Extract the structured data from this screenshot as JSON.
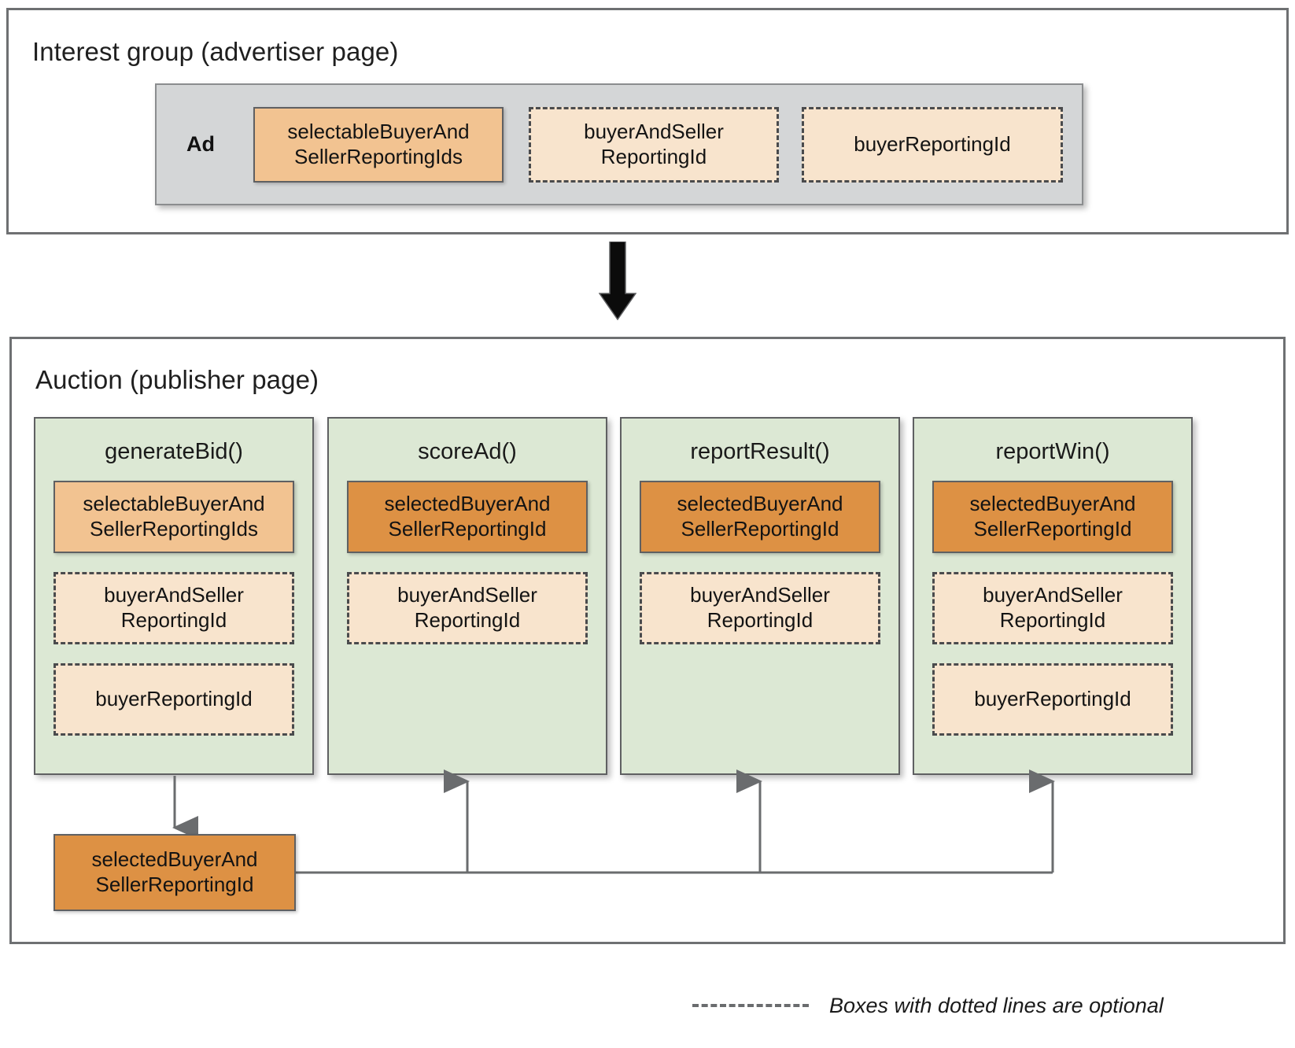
{
  "interest_group": {
    "title": "Interest group (advertiser page)",
    "ad_label": "Ad",
    "fields": [
      {
        "name": "selectableBuyerAndSellerReportingIds",
        "line1": "selectableBuyerAnd",
        "line2": "SellerReportingIds",
        "style": "solid-light",
        "optional": false
      },
      {
        "name": "buyerAndSellerReportingId",
        "line1": "buyerAndSeller",
        "line2": "ReportingId",
        "style": "dashed-peach",
        "optional": true
      },
      {
        "name": "buyerReportingId",
        "line1": "buyerReportingId",
        "line2": "",
        "style": "dashed-peach",
        "optional": true
      }
    ]
  },
  "flow_arrow": {
    "name": "down-arrow",
    "direction": "down"
  },
  "auction": {
    "title": "Auction (publisher page)",
    "columns": [
      {
        "title": "generateBid()",
        "fields": [
          {
            "line1": "selectableBuyerAnd",
            "line2": "SellerReportingIds",
            "style": "solid-light",
            "optional": false
          },
          {
            "line1": "buyerAndSeller",
            "line2": "ReportingId",
            "style": "dashed-peach",
            "optional": true
          },
          {
            "line1": "buyerReportingId",
            "line2": "",
            "style": "dashed-peach",
            "optional": true
          }
        ]
      },
      {
        "title": "scoreAd()",
        "fields": [
          {
            "line1": "selectedBuyerAnd",
            "line2": "SellerReportingId",
            "style": "solid-dark",
            "optional": false
          },
          {
            "line1": "buyerAndSeller",
            "line2": "ReportingId",
            "style": "dashed-peach",
            "optional": true
          }
        ]
      },
      {
        "title": "reportResult()",
        "fields": [
          {
            "line1": "selectedBuyerAnd",
            "line2": "SellerReportingId",
            "style": "solid-dark",
            "optional": false
          },
          {
            "line1": "buyerAndSeller",
            "line2": "ReportingId",
            "style": "dashed-peach",
            "optional": true
          }
        ]
      },
      {
        "title": "reportWin()",
        "fields": [
          {
            "line1": "selectedBuyerAnd",
            "line2": "SellerReportingId",
            "style": "solid-dark",
            "optional": false
          },
          {
            "line1": "buyerAndSeller",
            "line2": "ReportingId",
            "style": "dashed-peach",
            "optional": true
          },
          {
            "line1": "buyerReportingId",
            "line2": "",
            "style": "dashed-peach",
            "optional": true
          }
        ]
      }
    ],
    "output_box": {
      "line1": "selectedBuyerAnd",
      "line2": "SellerReportingId",
      "style": "solid-dark"
    }
  },
  "legend": {
    "text": "Boxes with dotted lines are optional"
  },
  "colors": {
    "frame_border": "#6e7072",
    "ad_container_bg": "#d4d6d7",
    "solid_light_orange": "#f2c391",
    "solid_dark_orange": "#dd9144",
    "dashed_peach": "#f8e4cd",
    "green_column": "#dce8d4",
    "box_border": "#5f6062",
    "connector": "#6a6c6e",
    "text": "#1a1a1a"
  }
}
